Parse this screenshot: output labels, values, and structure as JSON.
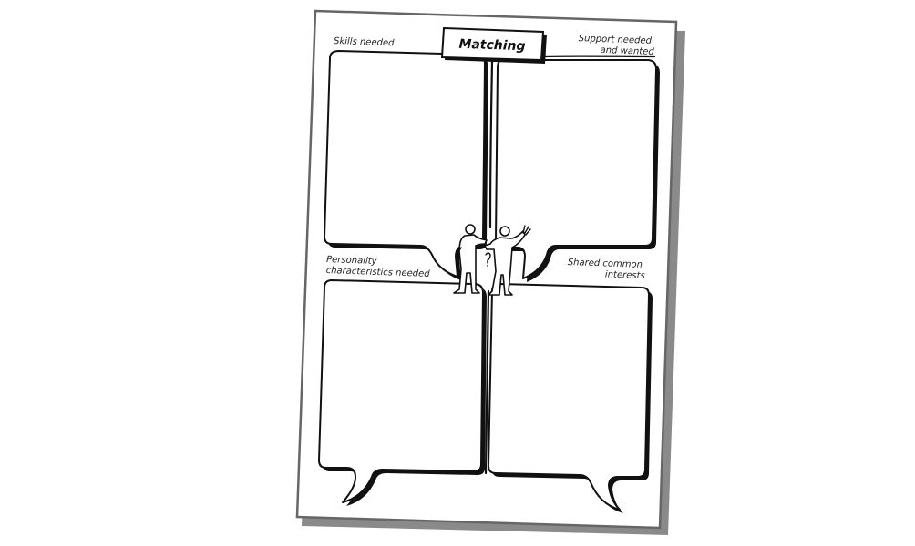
{
  "worksheet": {
    "title": "Matching",
    "quadrants": {
      "top_left": {
        "label_lines": [
          "Skills needed"
        ]
      },
      "top_right": {
        "label_lines": [
          "Support needed",
          "and wanted"
        ]
      },
      "bottom_left": {
        "label_lines": [
          "Personality",
          "characteristics needed"
        ]
      },
      "bottom_right": {
        "label_lines": [
          "Shared common",
          "interests"
        ]
      }
    }
  },
  "colors": {
    "ink": "#111111",
    "paper": "#ffffff",
    "page_shadow": "#8a8a8a",
    "page_border": "#666666"
  },
  "icons": {
    "central_figures": "two-people-handshake-icon"
  }
}
